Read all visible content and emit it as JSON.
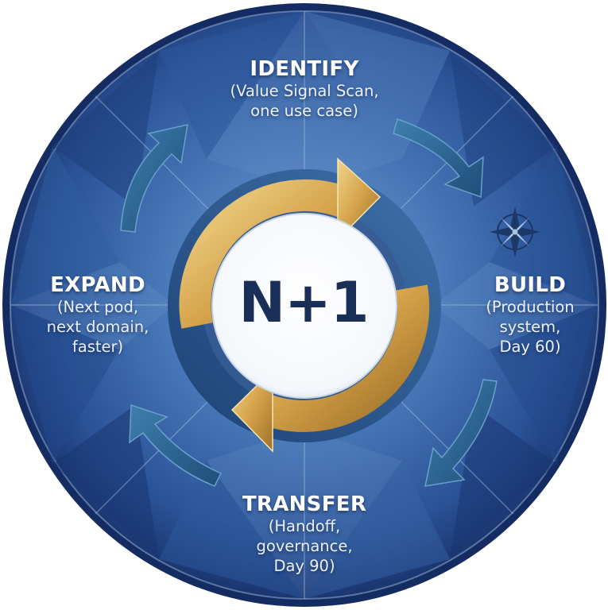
{
  "center": {
    "label": "N+1"
  },
  "stages": {
    "identify": {
      "title": "IDENTIFY",
      "description": "(Value Signal Scan,\none use case)"
    },
    "build": {
      "title": "BUILD",
      "description": "(Production\nsystem,\nDay 60)"
    },
    "transfer": {
      "title": "TRANSFER",
      "description": "(Handoff,\ngovernance,\nDay 90)"
    },
    "expand": {
      "title": "EXPAND",
      "description": "(Next pod,\nnext domain,\nfaster)"
    }
  },
  "icons": {
    "compass": "compass-rose-icon"
  },
  "colors": {
    "disc_dark": "#1b3a74",
    "disc_mid": "#3564a6",
    "disc_light": "#6e98cf",
    "gold": "#d9ae55",
    "gold_dark": "#a87b2e",
    "teal_arrow": "#2f6490",
    "center_text": "#1a2f58"
  }
}
